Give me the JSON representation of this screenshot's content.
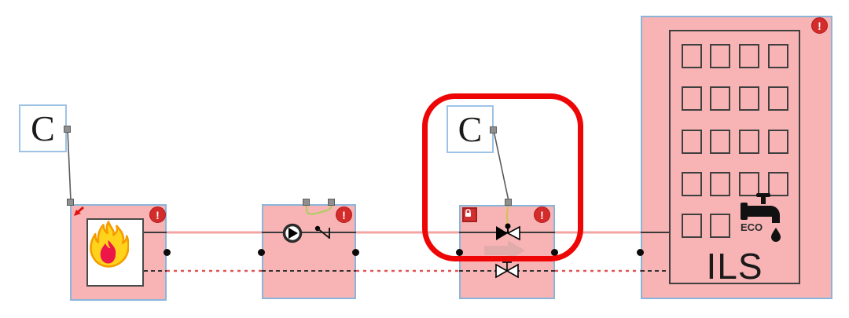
{
  "app": {
    "type": "hydronic-system-schematic"
  },
  "badges": {
    "error_glyph": "!"
  },
  "colors": {
    "block_fill": "#f8b4b4",
    "block_border": "#8ab5da",
    "supply_line": "#f5a4a4",
    "return_line_dashed": "#e25555",
    "internal_line": "#3a3a3a",
    "signal_green": "#a8cf5e",
    "signal_yellow": "#cfc25a",
    "error_red": "#d42b2b",
    "annotation_red": "#ee0505"
  },
  "nodes": {
    "controller1": {
      "label": "C"
    },
    "controller2": {
      "label": "C"
    },
    "heater": {
      "icon": "flame-icon"
    },
    "pump_unit": {
      "icons": [
        "pump-icon",
        "check-valve-icon"
      ]
    },
    "valve_unit": {
      "icons": [
        "three-way-valve-icon",
        "bypass-valve-icon"
      ],
      "has_lock_badge": true
    },
    "building": {
      "label": "ILS",
      "eco_label": "ECO",
      "window_rows": [
        4,
        4,
        4,
        4,
        2
      ]
    }
  },
  "annotation": {
    "kind": "red-highlight-outline"
  }
}
